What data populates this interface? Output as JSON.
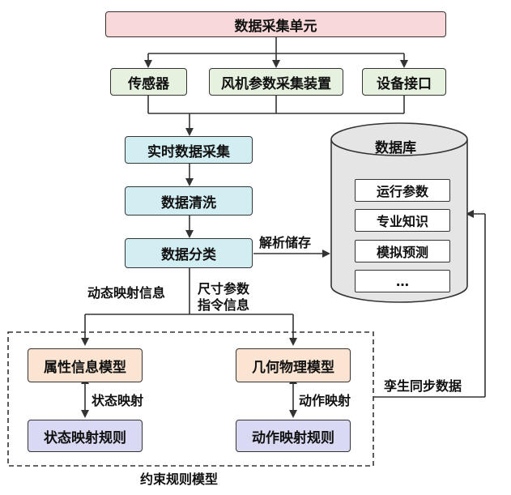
{
  "top": "数据采集单元",
  "sources": [
    "传感器",
    "风机参数采集装置",
    "设备接口"
  ],
  "pipeline": [
    "实时数据采集",
    "数据清洗",
    "数据分类"
  ],
  "database": {
    "title": "数据库",
    "items": [
      "运行参数",
      "专业知识",
      "模拟预测",
      "…"
    ]
  },
  "edge_labels": {
    "parse_store": "解析储存",
    "dynamic_map": "动态映射信息",
    "size_param": "尺寸参数",
    "instruction": "指令信息",
    "state_map": "状态映射",
    "action_map": "动作映射",
    "twin_sync": "孪生同步数据"
  },
  "models": {
    "attr": "属性信息模型",
    "geo": "几何物理模型",
    "state_rule": "状态映射规则",
    "action_rule": "动作映射规则",
    "constraint": "约束规则模型"
  }
}
